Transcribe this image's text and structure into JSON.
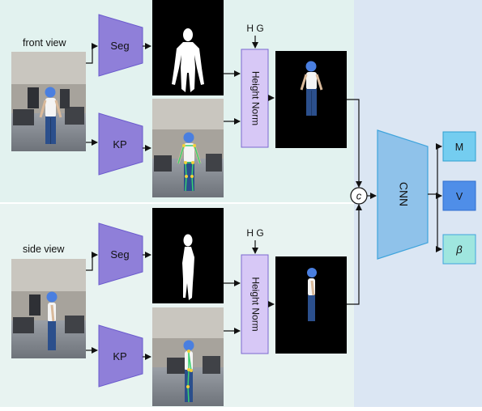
{
  "front": {
    "view_label": "front view",
    "seg_label": "Seg",
    "kp_label": "KP",
    "hg_label": "H G",
    "height_norm_label": "Height Norm"
  },
  "side": {
    "view_label": "side view",
    "seg_label": "Seg",
    "kp_label": "KP",
    "hg_label": "H G",
    "height_norm_label": "Height Norm"
  },
  "concat_label": "c",
  "cnn_label": "CNN",
  "outputs": [
    {
      "label": "M",
      "color": "#74cdf0"
    },
    {
      "label": "V",
      "color": "#4f8ee8"
    },
    {
      "label": "β",
      "color": "#9fe6df"
    }
  ],
  "colors": {
    "top_panel": "#e2f2ef",
    "bottom_panel": "#e8f3f1",
    "right_panel": "#dbe6f3",
    "encoder_fill": "#8f7fd9",
    "height_norm_fill": "#d7c8f6",
    "cnn_fill": "#8fc2ea"
  }
}
